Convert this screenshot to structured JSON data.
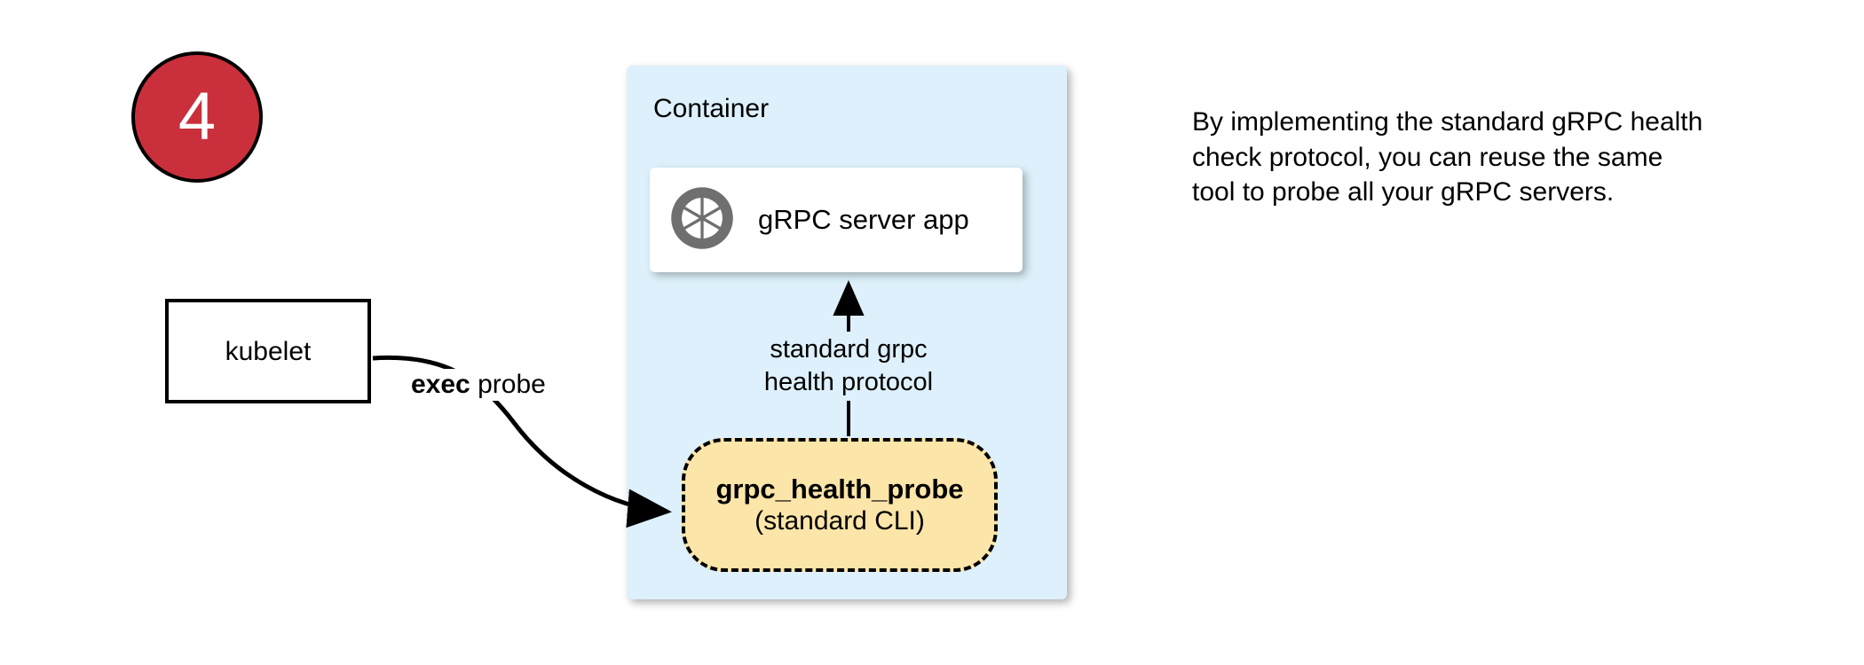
{
  "step": {
    "number": "4",
    "badge_color": "#c9303c",
    "badge_border": "#000000",
    "number_color": "#ffffff"
  },
  "kubelet": {
    "label": "kubelet"
  },
  "edges": {
    "exec_probe_bold": "exec",
    "exec_probe_rest": " probe",
    "protocol_line1": "standard grpc",
    "protocol_line2": "health protocol"
  },
  "container": {
    "title": "Container",
    "fill": "#ddf0fb"
  },
  "grpc_server": {
    "icon": "aperture-icon",
    "label": "gRPC server app",
    "icon_color": "#6f6f6f",
    "card_fill": "#ffffff"
  },
  "health_probe": {
    "name": "grpc_health_probe",
    "subtitle": "(standard CLI)",
    "fill": "#fce5a8",
    "border": "#000000"
  },
  "note": {
    "text": "By implementing the standard gRPC health check protocol, you can reuse the same tool to probe all your gRPC servers."
  }
}
